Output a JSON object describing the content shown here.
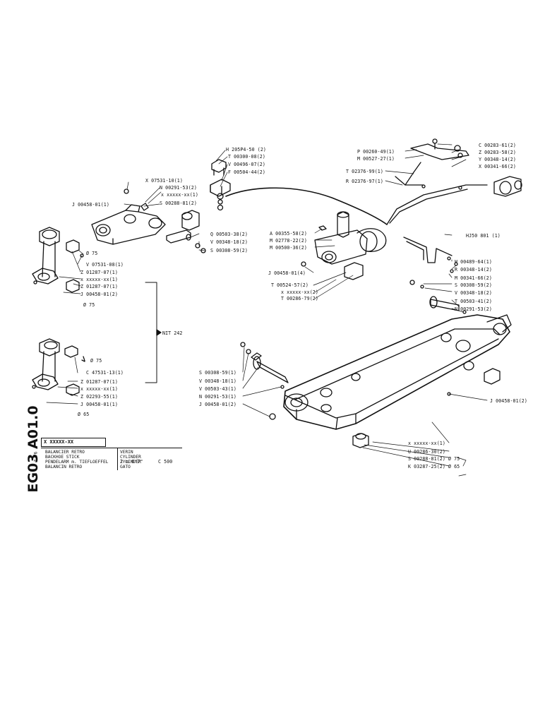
{
  "callouts": {
    "h_bar": "H 205P4-50 (2)",
    "t_bar": "T 00300-08(2)",
    "v_bar": "V 00496-07(2)",
    "f_bar": "F 00504-44(2)",
    "x_07531": "X 07531-10(1)",
    "n_00291_a": "N 00291-53(2)",
    "x_xxxxx_a": "x xxxxx-xx(1)",
    "s_00288_a": "S 00288-81(2)",
    "j_00458_a": "J 00458-01(1)",
    "q_00503": "Q 00503-38(2)",
    "v_00348_a": "V 00348-18(2)",
    "s_00308_a": "S 00308-59(2)",
    "dia75_a": "Ø 75",
    "v_07531": "V 07531-08(1)",
    "z_01287_a": "Z 01287-07(1)",
    "x_xxxxx_b": "x xxxxx-xx(1)",
    "z_01287_b": "Z 01287-07(1)",
    "j_00458_b": "J 00458-01(2)",
    "dia75_b": "Ø 75",
    "nit": "NIT 242",
    "dia75_c": "Ø 75",
    "c_47531": "C 47531-13(1)",
    "z_01287_c": "Z 01287-07(1)",
    "x_xxxxx_c": "x xxxxx-xx(1)",
    "z_02293": "Z 02293-55(1)",
    "j_00458_c": "J 00458-01(1)",
    "dia65_a": "Ø 65",
    "p_00260": "P 00260-49(1)",
    "m_00527": "M 00527-27(1)",
    "t_02376": "T 02376-99(1)",
    "r_02376": "R 02376-97(1)",
    "c_00283": "C 00283-61(2)",
    "z_00283": "Z 00283-58(2)",
    "y_00348": "Y 00348-14(2)",
    "x_00341": "X 00341-66(2)",
    "a_00355": "A 00355-58(2)",
    "m_02778": "M 02778-22(2)",
    "m_00500": "M 00500-36(2)",
    "hj50": "HJ50 801 (1)",
    "j_00458_d": "J 00458-01(4)",
    "t_00524": "T 00524-57(2)",
    "x_xxxxx_d": "x xxxxx-xx(2)",
    "t_00286": "T 00286-79(2)",
    "w_00489": "W 00489-64(1)",
    "r_00348": "R 00348-14(2)",
    "m_00341": "M 00341-66(2)",
    "s_00308_b": "S 00308-59(2)",
    "v_00348_b": "V 00348-18(2)",
    "t_00503": "T 00503-41(2)",
    "n_00291_b": "N 00291-53(2)",
    "s_00308_c": "S 00308-59(1)",
    "v_00348_c": "V 00348-18(1)",
    "v_00503": "V 00503-43(1)",
    "n_00291_c": "N 00291-53(1)",
    "j_00458_e": "J 00458-01(2)",
    "j_00458_f": "J 00458-01(2)",
    "x_xxxxx_e": "x xxxxx-xx(1)",
    "u_00286": "U 00286-30(2)",
    "s_00288_b": "S 00288-81(2) Ø 75",
    "k_03287": "K 03287-25(2) Ø 65"
  },
  "title_block": {
    "part_code": "X XXXXX-XX",
    "names": [
      "BALANCIER RETRO",
      "BACKHOE STICK",
      "PENDELARM m. TIEFLOEFFEL",
      "BALANCIN RETRO"
    ],
    "cyl_names": [
      "VERIN",
      "CYLINDER",
      "ZYLINDER",
      "GATO"
    ],
    "dimension": "2 m 6'7\"",
    "model": "C 500"
  },
  "side_code": "EG03 A01.0",
  "side_date": "3-76"
}
